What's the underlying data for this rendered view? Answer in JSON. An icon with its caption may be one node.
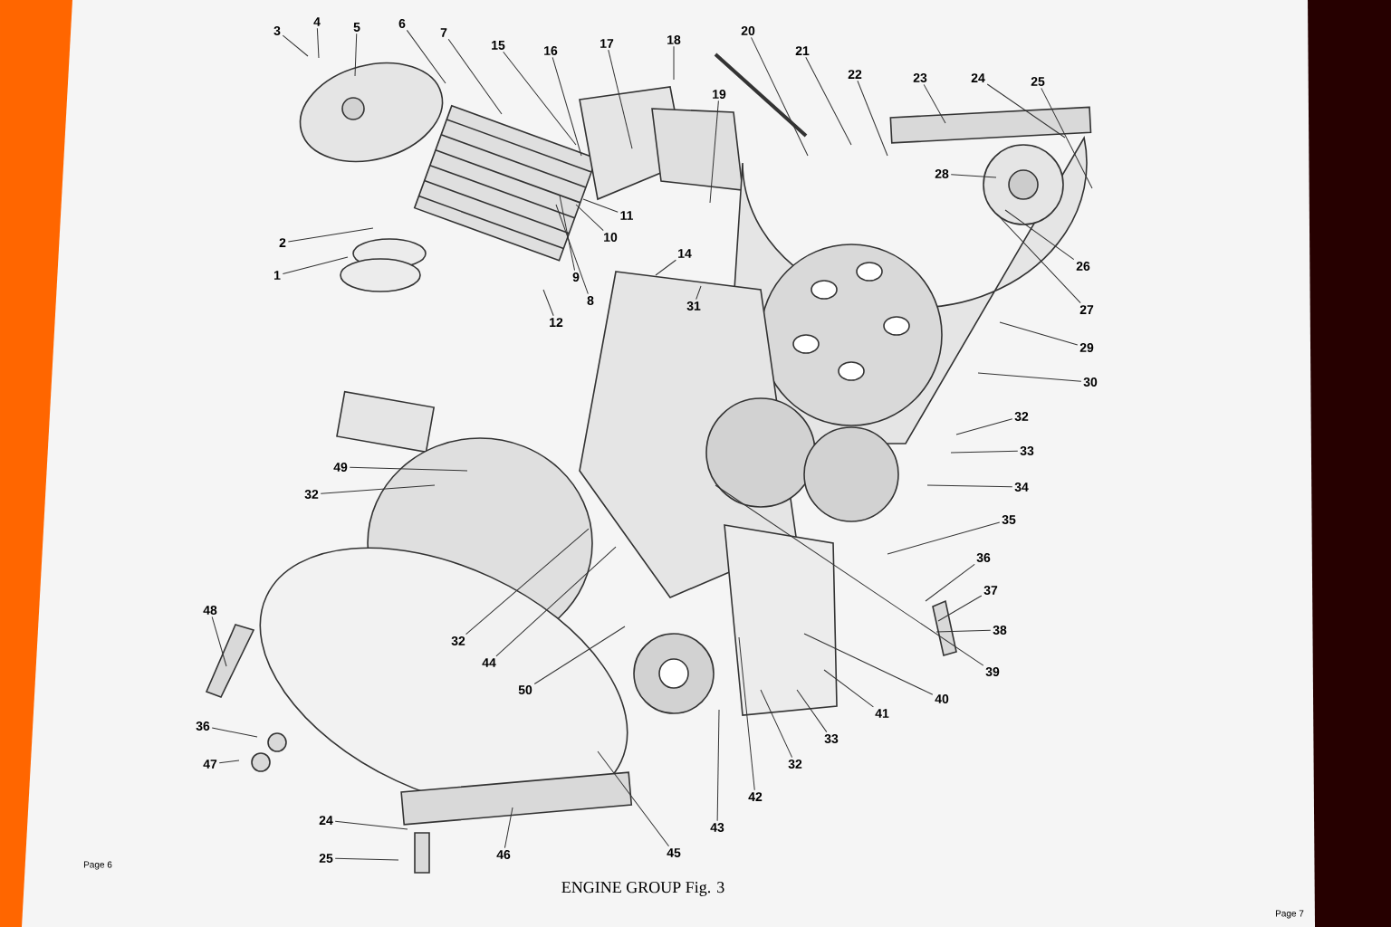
{
  "diagram": {
    "caption": "ENGINE GROUP Fig. 3",
    "nodes": [
      {
        "text": [
          "3"
        ]
      },
      {
        "text": [
          "4"
        ]
      },
      {
        "text": [
          "5"
        ]
      },
      {
        "text": [
          "6"
        ]
      },
      {
        "text": [
          "7"
        ]
      },
      {
        "text": [
          "15"
        ]
      },
      {
        "text": [
          "16"
        ]
      },
      {
        "text": [
          "17"
        ]
      },
      {
        "text": [
          "18"
        ]
      },
      {
        "text": [
          "20"
        ]
      },
      {
        "text": [
          "21"
        ]
      },
      {
        "text": [
          "22"
        ]
      },
      {
        "text": [
          "23"
        ]
      },
      {
        "text": [
          "24"
        ]
      },
      {
        "text": [
          "25"
        ]
      },
      {
        "text": [
          "19"
        ]
      },
      {
        "text": [
          "28"
        ]
      },
      {
        "text": [
          "11"
        ]
      },
      {
        "text": [
          "2"
        ]
      },
      {
        "text": [
          "10"
        ]
      },
      {
        "text": [
          "1"
        ]
      },
      {
        "text": [
          "14"
        ]
      },
      {
        "text": [
          "9"
        ]
      },
      {
        "text": [
          "26"
        ]
      },
      {
        "text": [
          "8"
        ]
      },
      {
        "text": [
          "31"
        ]
      },
      {
        "text": [
          "27"
        ]
      },
      {
        "text": [
          "12"
        ]
      },
      {
        "text": [
          "29"
        ]
      },
      {
        "text": [
          "30"
        ]
      },
      {
        "text": [
          "32"
        ]
      },
      {
        "text": [
          "33"
        ]
      },
      {
        "text": [
          "49"
        ]
      },
      {
        "text": [
          "34"
        ]
      },
      {
        "text": [
          "32"
        ]
      },
      {
        "text": [
          "35"
        ]
      },
      {
        "text": [
          "36"
        ]
      },
      {
        "text": [
          "37"
        ]
      },
      {
        "text": [
          "48"
        ]
      },
      {
        "text": [
          "38"
        ]
      },
      {
        "text": [
          "32"
        ]
      },
      {
        "text": [
          "44"
        ]
      },
      {
        "text": [
          "39"
        ]
      },
      {
        "text": [
          "50"
        ]
      },
      {
        "text": [
          "40"
        ]
      },
      {
        "text": [
          "41"
        ]
      },
      {
        "text": [
          "36"
        ]
      },
      {
        "text": [
          "33"
        ]
      },
      {
        "text": [
          "32"
        ]
      },
      {
        "text": [
          "47"
        ]
      },
      {
        "text": [
          "42"
        ]
      },
      {
        "text": [
          "24"
        ]
      },
      {
        "text": [
          "43"
        ]
      },
      {
        "text": [
          "45"
        ]
      },
      {
        "text": [
          "46"
        ]
      },
      {
        "text": [
          "25"
        ]
      }
    ],
    "edges": [
      {
        "from": 0,
        "to": null,
        "arrow": "none"
      },
      {
        "from": 1,
        "to": null,
        "arrow": "none"
      },
      {
        "from": 2,
        "to": null,
        "arrow": "none"
      },
      {
        "from": 3,
        "to": null,
        "arrow": "none"
      },
      {
        "from": 4,
        "to": null,
        "arrow": "none"
      },
      {
        "from": 5,
        "to": null,
        "arrow": "none"
      },
      {
        "from": 6,
        "to": null,
        "arrow": "none"
      },
      {
        "from": 7,
        "to": null,
        "arrow": "none"
      },
      {
        "from": 8,
        "to": null,
        "arrow": "none"
      },
      {
        "from": 9,
        "to": null,
        "arrow": "none"
      },
      {
        "from": 10,
        "to": null,
        "arrow": "none"
      },
      {
        "from": 11,
        "to": null,
        "arrow": "none"
      },
      {
        "from": 12,
        "to": null,
        "arrow": "none"
      },
      {
        "from": 13,
        "to": null,
        "arrow": "none"
      },
      {
        "from": 14,
        "to": null,
        "arrow": "none"
      },
      {
        "from": 15,
        "to": null,
        "arrow": "none"
      },
      {
        "from": 16,
        "to": null,
        "arrow": "none"
      },
      {
        "from": 17,
        "to": null,
        "arrow": "none"
      },
      {
        "from": 18,
        "to": null,
        "arrow": "none"
      },
      {
        "from": 19,
        "to": null,
        "arrow": "none"
      },
      {
        "from": 20,
        "to": null,
        "arrow": "none"
      },
      {
        "from": 21,
        "to": null,
        "arrow": "none"
      },
      {
        "from": 22,
        "to": null,
        "arrow": "none"
      },
      {
        "from": 23,
        "to": null,
        "arrow": "none"
      },
      {
        "from": 24,
        "to": null,
        "arrow": "none"
      },
      {
        "from": 25,
        "to": null,
        "arrow": "none"
      },
      {
        "from": 26,
        "to": null,
        "arrow": "none"
      },
      {
        "from": 27,
        "to": null,
        "arrow": "none"
      },
      {
        "from": 28,
        "to": null,
        "arrow": "none"
      },
      {
        "from": 29,
        "to": null,
        "arrow": "none"
      },
      {
        "from": 30,
        "to": null,
        "arrow": "none"
      },
      {
        "from": 31,
        "to": null,
        "arrow": "none"
      },
      {
        "from": 32,
        "to": null,
        "arrow": "none"
      },
      {
        "from": 33,
        "to": null,
        "arrow": "none"
      },
      {
        "from": 34,
        "to": null,
        "arrow": "none"
      },
      {
        "from": 35,
        "to": null,
        "arrow": "none"
      },
      {
        "from": 36,
        "to": null,
        "arrow": "none"
      },
      {
        "from": 37,
        "to": null,
        "arrow": "none"
      },
      {
        "from": 38,
        "to": null,
        "arrow": "none"
      },
      {
        "from": 39,
        "to": null,
        "arrow": "none"
      },
      {
        "from": 40,
        "to": null,
        "arrow": "none"
      },
      {
        "from": 41,
        "to": null,
        "arrow": "none"
      },
      {
        "from": 42,
        "to": null,
        "arrow": "none"
      },
      {
        "from": 43,
        "to": null,
        "arrow": "none"
      },
      {
        "from": 44,
        "to": null,
        "arrow": "none"
      },
      {
        "from": 45,
        "to": null,
        "arrow": "none"
      },
      {
        "from": 46,
        "to": null,
        "arrow": "none"
      },
      {
        "from": 47,
        "to": null,
        "arrow": "none"
      },
      {
        "from": 48,
        "to": null,
        "arrow": "none"
      },
      {
        "from": 49,
        "to": null,
        "arrow": "none"
      },
      {
        "from": 50,
        "to": null,
        "arrow": "none"
      },
      {
        "from": 51,
        "to": null,
        "arrow": "none"
      },
      {
        "from": 52,
        "to": null,
        "arrow": "none"
      },
      {
        "from": 53,
        "to": null,
        "arrow": "none"
      },
      {
        "from": 54,
        "to": null,
        "arrow": "none"
      },
      {
        "from": 55,
        "to": null,
        "arrow": "none"
      }
    ],
    "labels": [
      "Page 6",
      "Page 7"
    ]
  }
}
